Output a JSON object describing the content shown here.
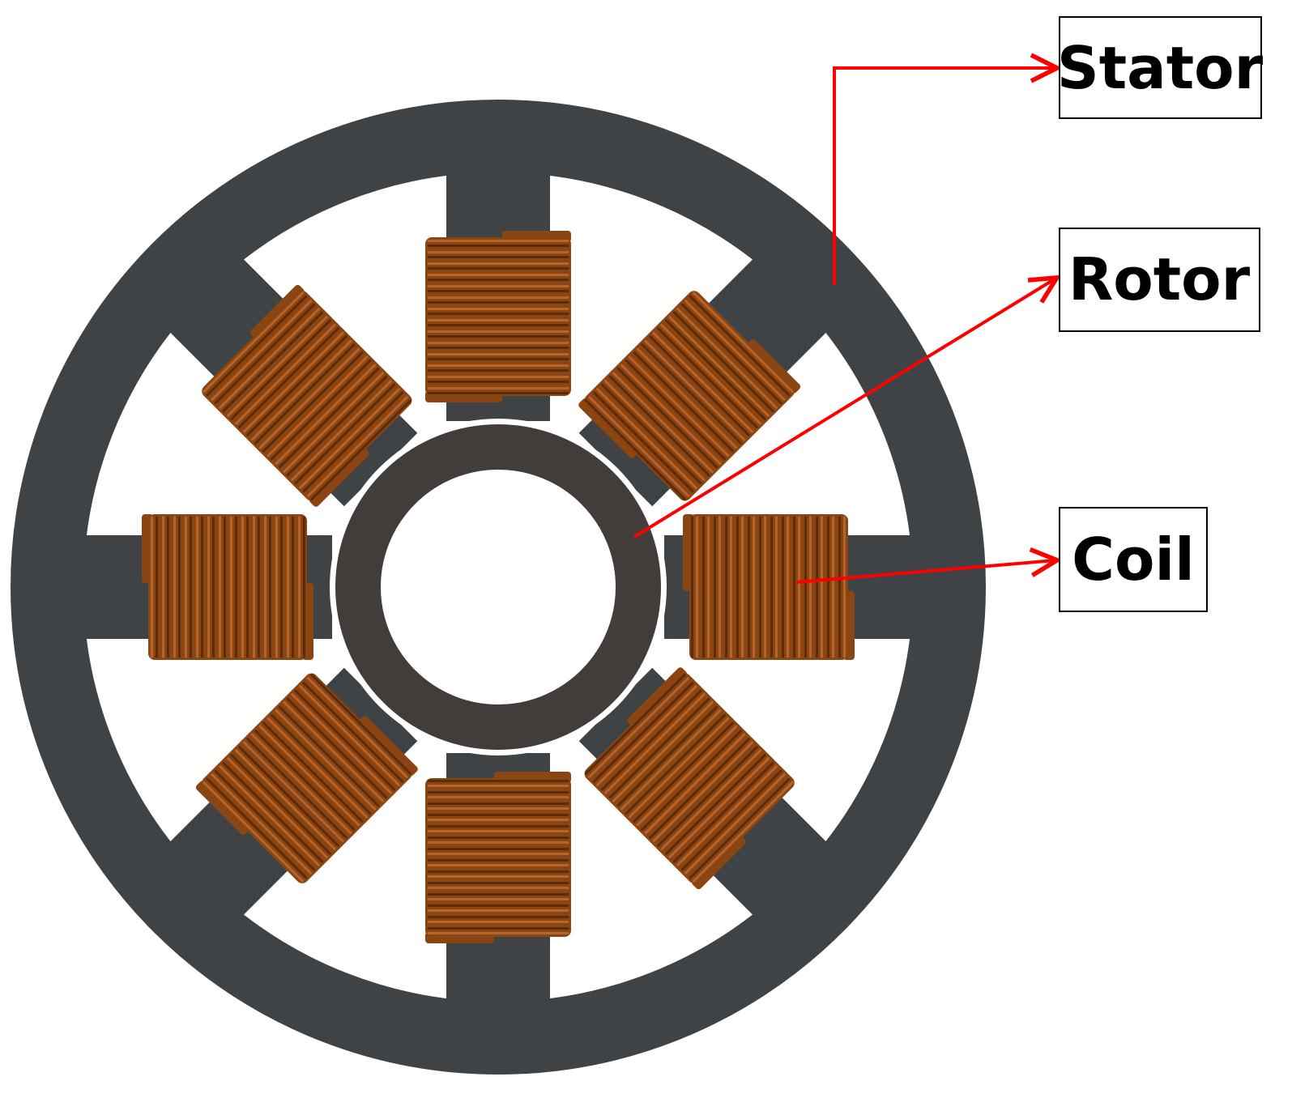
{
  "labels": {
    "stator": "Stator",
    "rotor": "Rotor",
    "coil": "Coil"
  },
  "colors": {
    "stator": "#3f4345",
    "rotor": "#423c3a",
    "coil": "#8b4513",
    "coil_winding": "#5c2b08",
    "coil_highlight": "#b5652a",
    "arrow": "#ff0000",
    "background": "#ffffff"
  },
  "structure": {
    "pole_count": 8
  }
}
